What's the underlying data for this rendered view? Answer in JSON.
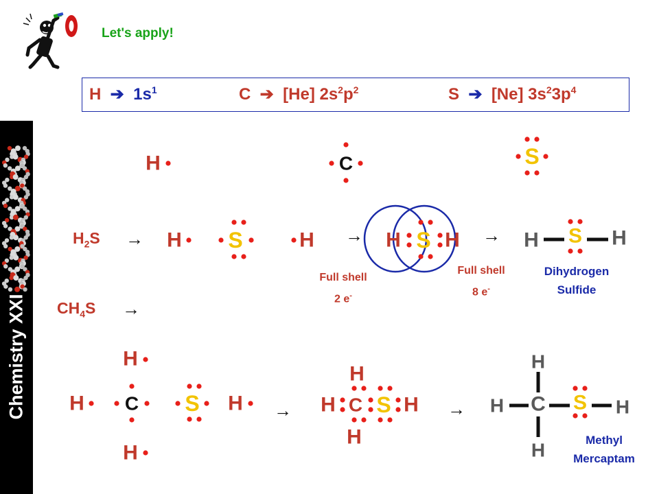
{
  "header": {
    "apply_label": "Let's apply!"
  },
  "config_box": {
    "h_prefix": "H",
    "h_config": "1s",
    "h_exp": "1",
    "c_prefix": "C",
    "c_config_a": "[He] 2s",
    "c_exp_a": "2",
    "c_config_b": "p",
    "c_exp_b": "2",
    "s_prefix": "S",
    "s_config_a": "[Ne] 3s",
    "s_exp_a": "2",
    "s_config_b": "3p",
    "s_exp_b": "4"
  },
  "sidebar": {
    "title": "Chemistry XXI"
  },
  "atoms": {
    "h": "H",
    "c": "C",
    "s": "S"
  },
  "reactions": {
    "h2s_formula_main": "H",
    "h2s_formula_sub": "2",
    "h2s_formula_end": "S",
    "ch4s_formula_main": "CH",
    "ch4s_formula_sub": "4",
    "ch4s_formula_end": "S",
    "arrow": "→"
  },
  "annotations": {
    "full_shell_2": "Full shell",
    "full_shell_2_count": "2 e",
    "full_shell_8": "Full shell",
    "full_shell_8_count": "8 e",
    "electron_charge": "-",
    "h2s_name_1": "Dihydrogen",
    "h2s_name_2": "Sulfide",
    "ch4s_name_1": "Methyl",
    "ch4s_name_2": "Mercaptam"
  },
  "colors": {
    "element_red": "#c0392b",
    "electron_red": "#e8201a",
    "element_blue": "#1a2aa8",
    "sulfur_yellow": "#f2c300",
    "text_gray": "#5a5a5a",
    "accent_green": "#18a318"
  }
}
